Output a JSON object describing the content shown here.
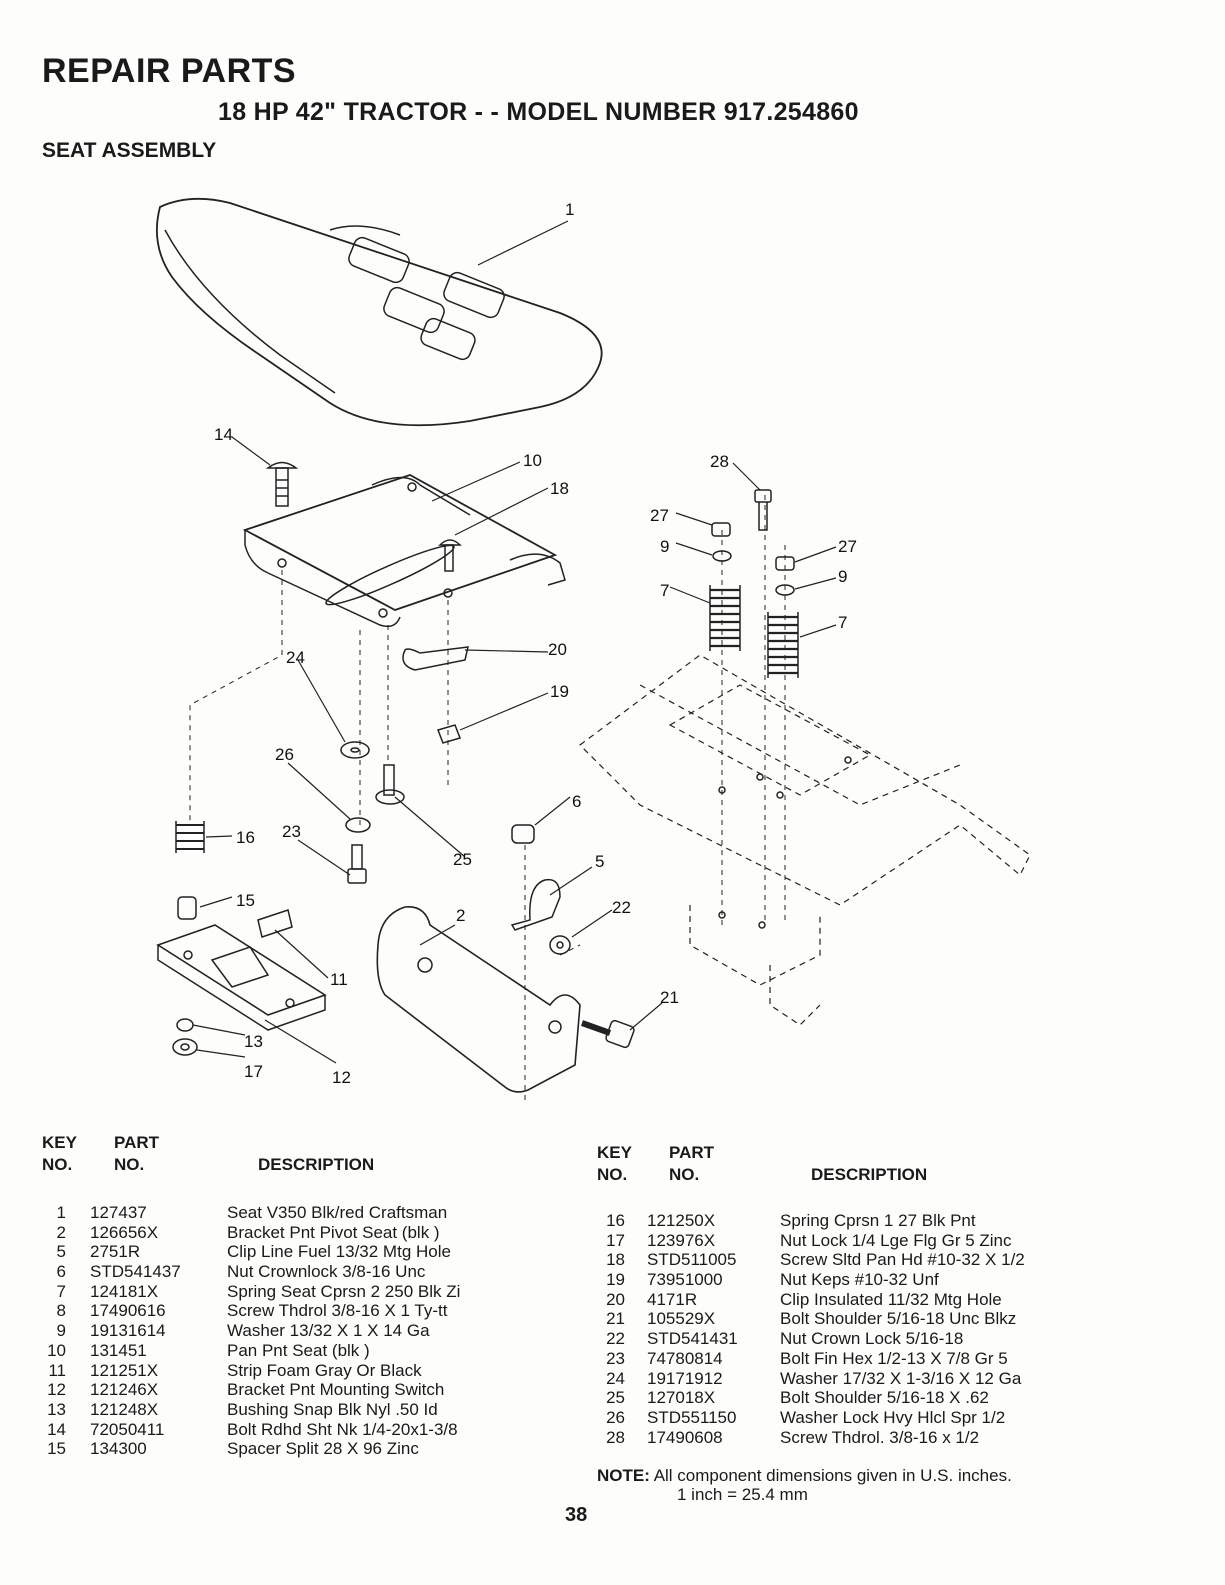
{
  "header": {
    "title": "REPAIR PARTS",
    "subtitle": "18 HP 42\" TRACTOR - - MODEL NUMBER 917.254860",
    "section": "SEAT ASSEMBLY"
  },
  "diagram": {
    "callouts": [
      "1",
      "14",
      "10",
      "18",
      "28",
      "27",
      "9",
      "7",
      "27",
      "9",
      "7",
      "20",
      "19",
      "24",
      "26",
      "6",
      "16",
      "23",
      "25",
      "5",
      "15",
      "2",
      "22",
      "11",
      "21",
      "13",
      "17",
      "12"
    ]
  },
  "table_headers": {
    "key": "KEY",
    "no": "NO.",
    "part": "PART",
    "description": "DESCRIPTION"
  },
  "parts_left": [
    {
      "key": "1",
      "part": "127437",
      "desc": "Seat V350 Blk/red Craftsman"
    },
    {
      "key": "2",
      "part": "126656X",
      "desc": "Bracket Pnt Pivot Seat (blk )"
    },
    {
      "key": "5",
      "part": "2751R",
      "desc": "Clip Line Fuel 13/32 Mtg Hole"
    },
    {
      "key": "6",
      "part": "STD541437",
      "desc": "Nut Crownlock 3/8-16 Unc"
    },
    {
      "key": "7",
      "part": "124181X",
      "desc": "Spring Seat Cprsn 2 250 Blk Zi"
    },
    {
      "key": "8",
      "part": "17490616",
      "desc": "Screw Thdrol 3/8-16 X 1 Ty-tt"
    },
    {
      "key": "9",
      "part": "19131614",
      "desc": "Washer 13/32 X 1 X 14 Ga"
    },
    {
      "key": "10",
      "part": "131451",
      "desc": "Pan Pnt Seat (blk )"
    },
    {
      "key": "11",
      "part": "121251X",
      "desc": "Strip Foam Gray Or Black"
    },
    {
      "key": "12",
      "part": "121246X",
      "desc": "Bracket Pnt Mounting Switch"
    },
    {
      "key": "13",
      "part": "121248X",
      "desc": "Bushing Snap Blk Nyl .50 Id"
    },
    {
      "key": "14",
      "part": "72050411",
      "desc": "Bolt Rdhd Sht Nk 1/4-20x1-3/8"
    },
    {
      "key": "15",
      "part": "134300",
      "desc": "Spacer Split 28 X 96 Zinc"
    }
  ],
  "parts_right": [
    {
      "key": "16",
      "part": "121250X",
      "desc": "Spring Cprsn 1 27 Blk Pnt"
    },
    {
      "key": "17",
      "part": "123976X",
      "desc": "Nut Lock 1/4 Lge Flg Gr 5 Zinc"
    },
    {
      "key": "18",
      "part": "STD511005",
      "desc": "Screw Sltd Pan Hd #10-32 X 1/2"
    },
    {
      "key": "19",
      "part": "73951000",
      "desc": "Nut Keps #10-32 Unf"
    },
    {
      "key": "20",
      "part": "4171R",
      "desc": "Clip Insulated 11/32 Mtg Hole"
    },
    {
      "key": "21",
      "part": "105529X",
      "desc": "Bolt Shoulder 5/16-18 Unc Blkz"
    },
    {
      "key": "22",
      "part": "STD541431",
      "desc": "Nut Crown Lock 5/16-18"
    },
    {
      "key": "23",
      "part": "74780814",
      "desc": "Bolt Fin Hex 1/2-13 X 7/8 Gr 5"
    },
    {
      "key": "24",
      "part": "19171912",
      "desc": "Washer 17/32 X 1-3/16 X 12 Ga"
    },
    {
      "key": "25",
      "part": "127018X",
      "desc": "Bolt Shoulder 5/16-18 X .62"
    },
    {
      "key": "26",
      "part": "STD551150",
      "desc": "Washer Lock Hvy Hlcl Spr 1/2"
    },
    {
      "key": "28",
      "part": "17490608",
      "desc": "Screw Thdrol. 3/8-16 x 1/2"
    }
  ],
  "note": {
    "label": "NOTE:",
    "line1": "All component dimensions given in U.S. inches.",
    "line2": "1 inch = 25.4 mm"
  },
  "page_number": "38"
}
